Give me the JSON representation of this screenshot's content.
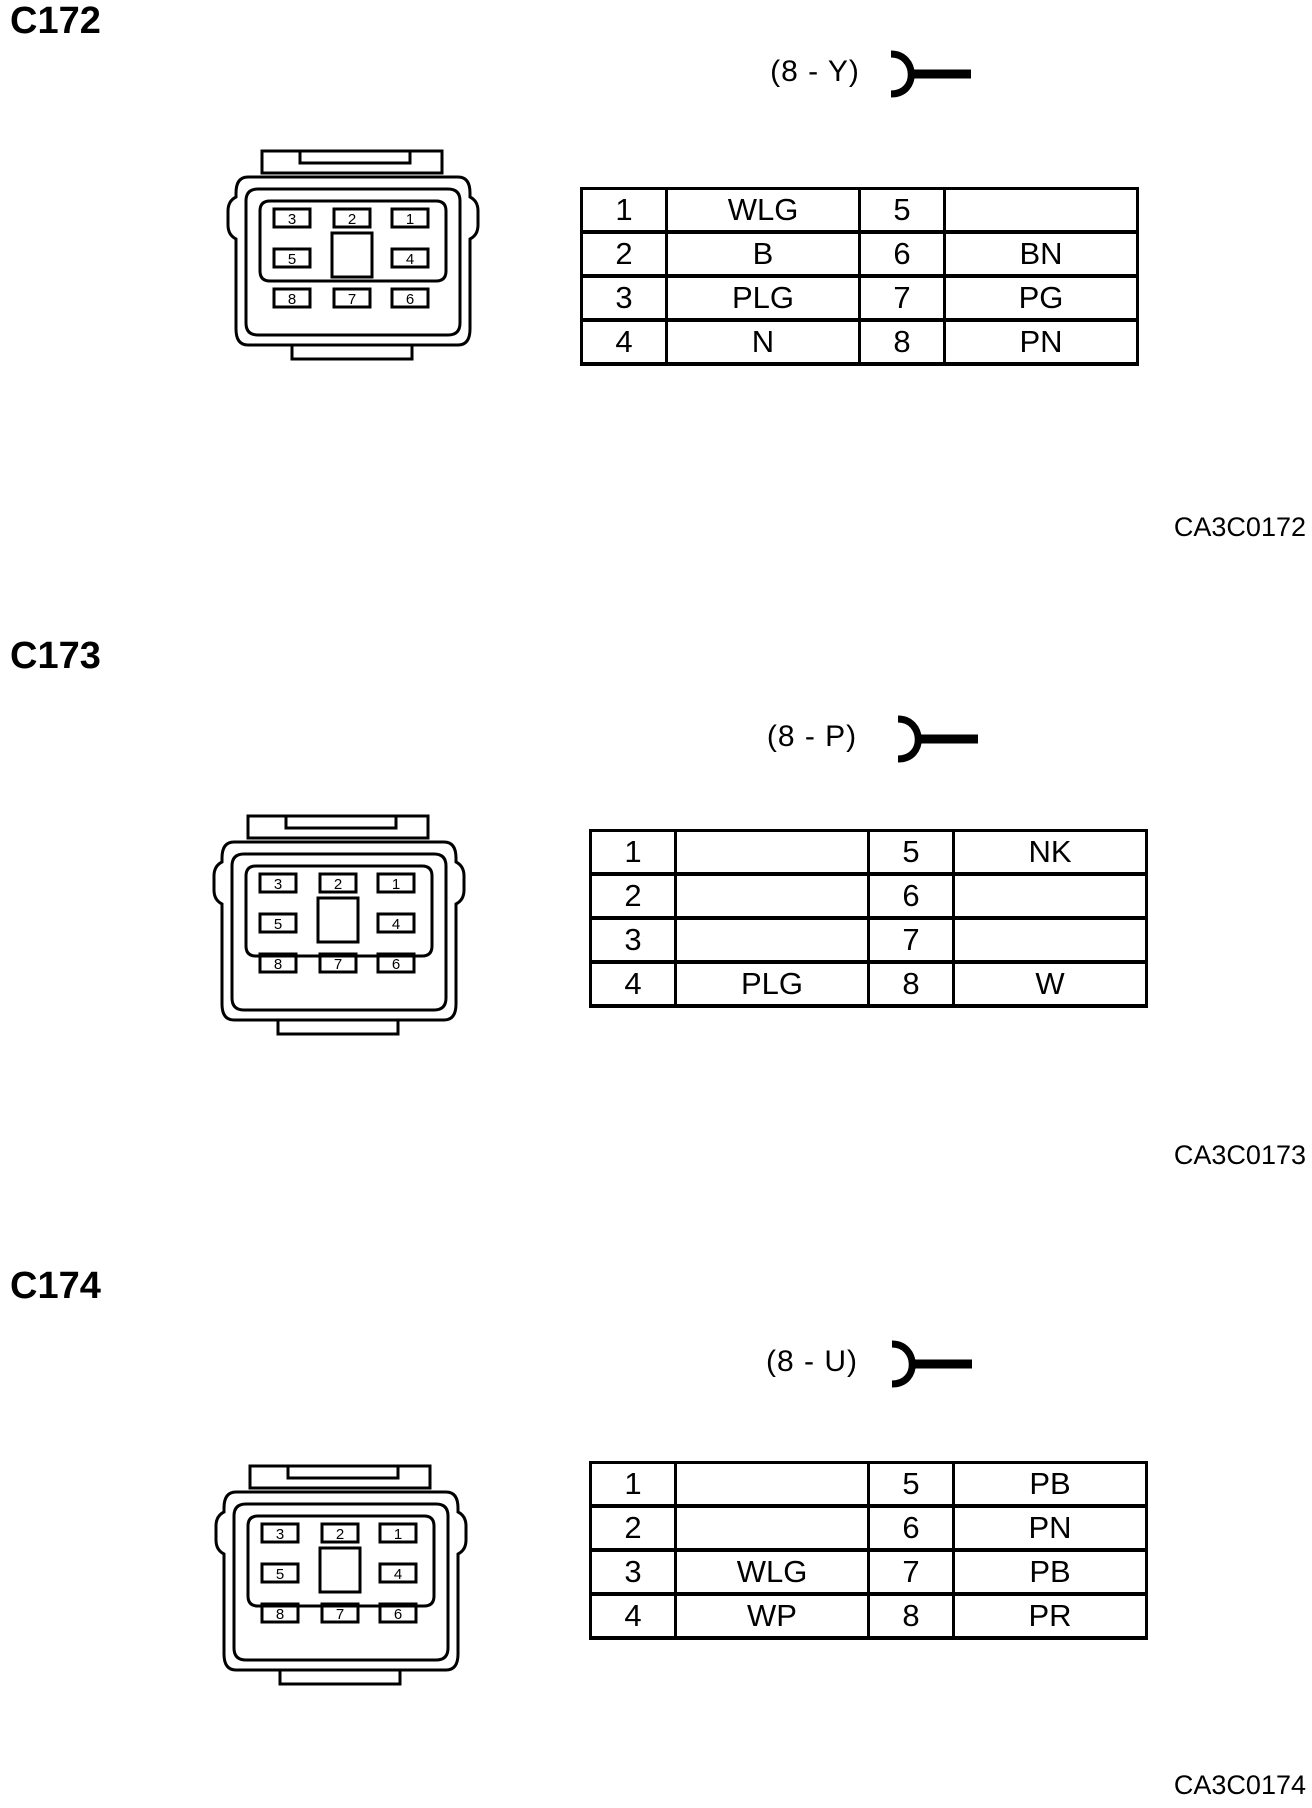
{
  "connectors": [
    {
      "id": "C172",
      "spec": "(8 - Y)",
      "code": "CA3C0172",
      "cavities": [
        "3",
        "2",
        "1",
        "5",
        "4",
        "8",
        "7",
        "6"
      ],
      "rows": [
        {
          "pin_a": "1",
          "color_a": "WLG",
          "pin_b": "5",
          "color_b": ""
        },
        {
          "pin_a": "2",
          "color_a": "B",
          "pin_b": "6",
          "color_b": "BN"
        },
        {
          "pin_a": "3",
          "color_a": "PLG",
          "pin_b": "7",
          "color_b": "PG"
        },
        {
          "pin_a": "4",
          "color_a": "N",
          "pin_b": "8",
          "color_b": "PN"
        }
      ]
    },
    {
      "id": "C173",
      "spec": "(8 - P)",
      "code": "CA3C0173",
      "cavities": [
        "3",
        "2",
        "1",
        "5",
        "4",
        "8",
        "7",
        "6"
      ],
      "rows": [
        {
          "pin_a": "1",
          "color_a": "",
          "pin_b": "5",
          "color_b": "NK"
        },
        {
          "pin_a": "2",
          "color_a": "",
          "pin_b": "6",
          "color_b": ""
        },
        {
          "pin_a": "3",
          "color_a": "",
          "pin_b": "7",
          "color_b": ""
        },
        {
          "pin_a": "4",
          "color_a": "PLG",
          "pin_b": "8",
          "color_b": "W"
        }
      ]
    },
    {
      "id": "C174",
      "spec": "(8 - U)",
      "code": "CA3C0174",
      "cavities": [
        "3",
        "2",
        "1",
        "5",
        "4",
        "8",
        "7",
        "6"
      ],
      "rows": [
        {
          "pin_a": "1",
          "color_a": "",
          "pin_b": "5",
          "color_b": "PB"
        },
        {
          "pin_a": "2",
          "color_a": "",
          "pin_b": "6",
          "color_b": "PN"
        },
        {
          "pin_a": "3",
          "color_a": "WLG",
          "pin_b": "7",
          "color_b": "PB"
        },
        {
          "pin_a": "4",
          "color_a": "WP",
          "pin_b": "8",
          "color_b": "PR"
        }
      ]
    }
  ]
}
